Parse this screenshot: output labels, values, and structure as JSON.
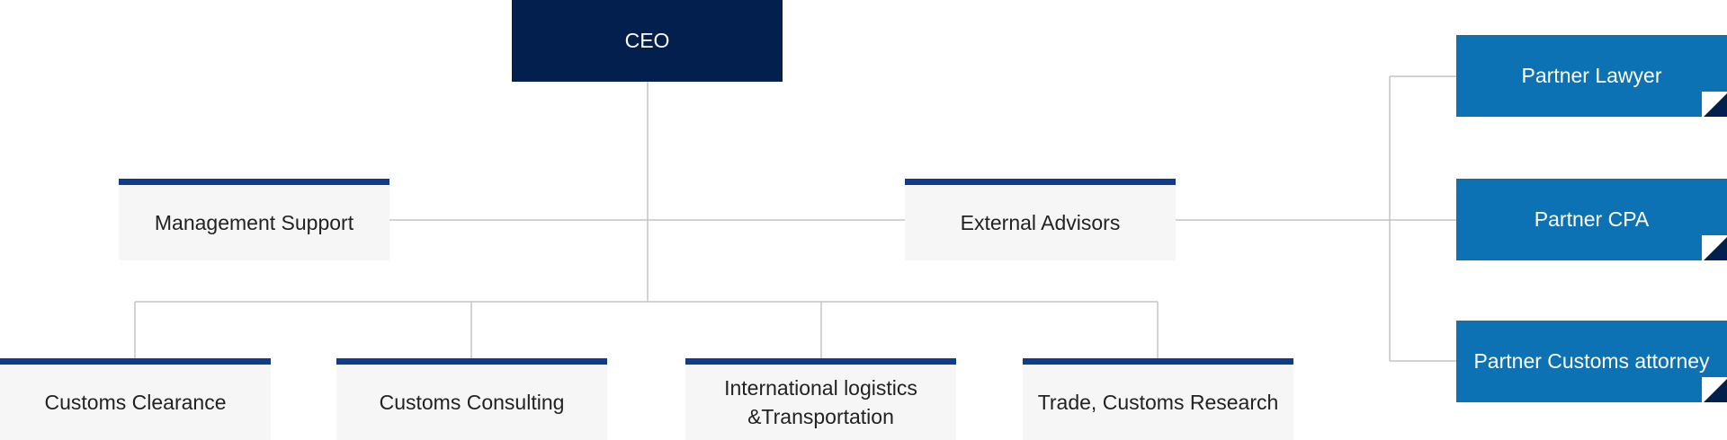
{
  "chart": {
    "ceo": "CEO",
    "staff": {
      "management_support": "Management Support",
      "external_advisors": "External Advisors"
    },
    "departments": [
      "Customs Clearance",
      "Customs Consulting",
      "International logistics\n&Transportation",
      "Trade, Customs Research"
    ],
    "partners": [
      "Partner Lawyer",
      "Partner CPA",
      "Partner Customs attorney"
    ]
  },
  "colors": {
    "ceo_fill": "#021f4e",
    "partner_fill": "#0c72b4",
    "accent_border": "#0f3c8c",
    "gray_fill": "#f6f6f6",
    "connector": "#c4c4c4"
  }
}
